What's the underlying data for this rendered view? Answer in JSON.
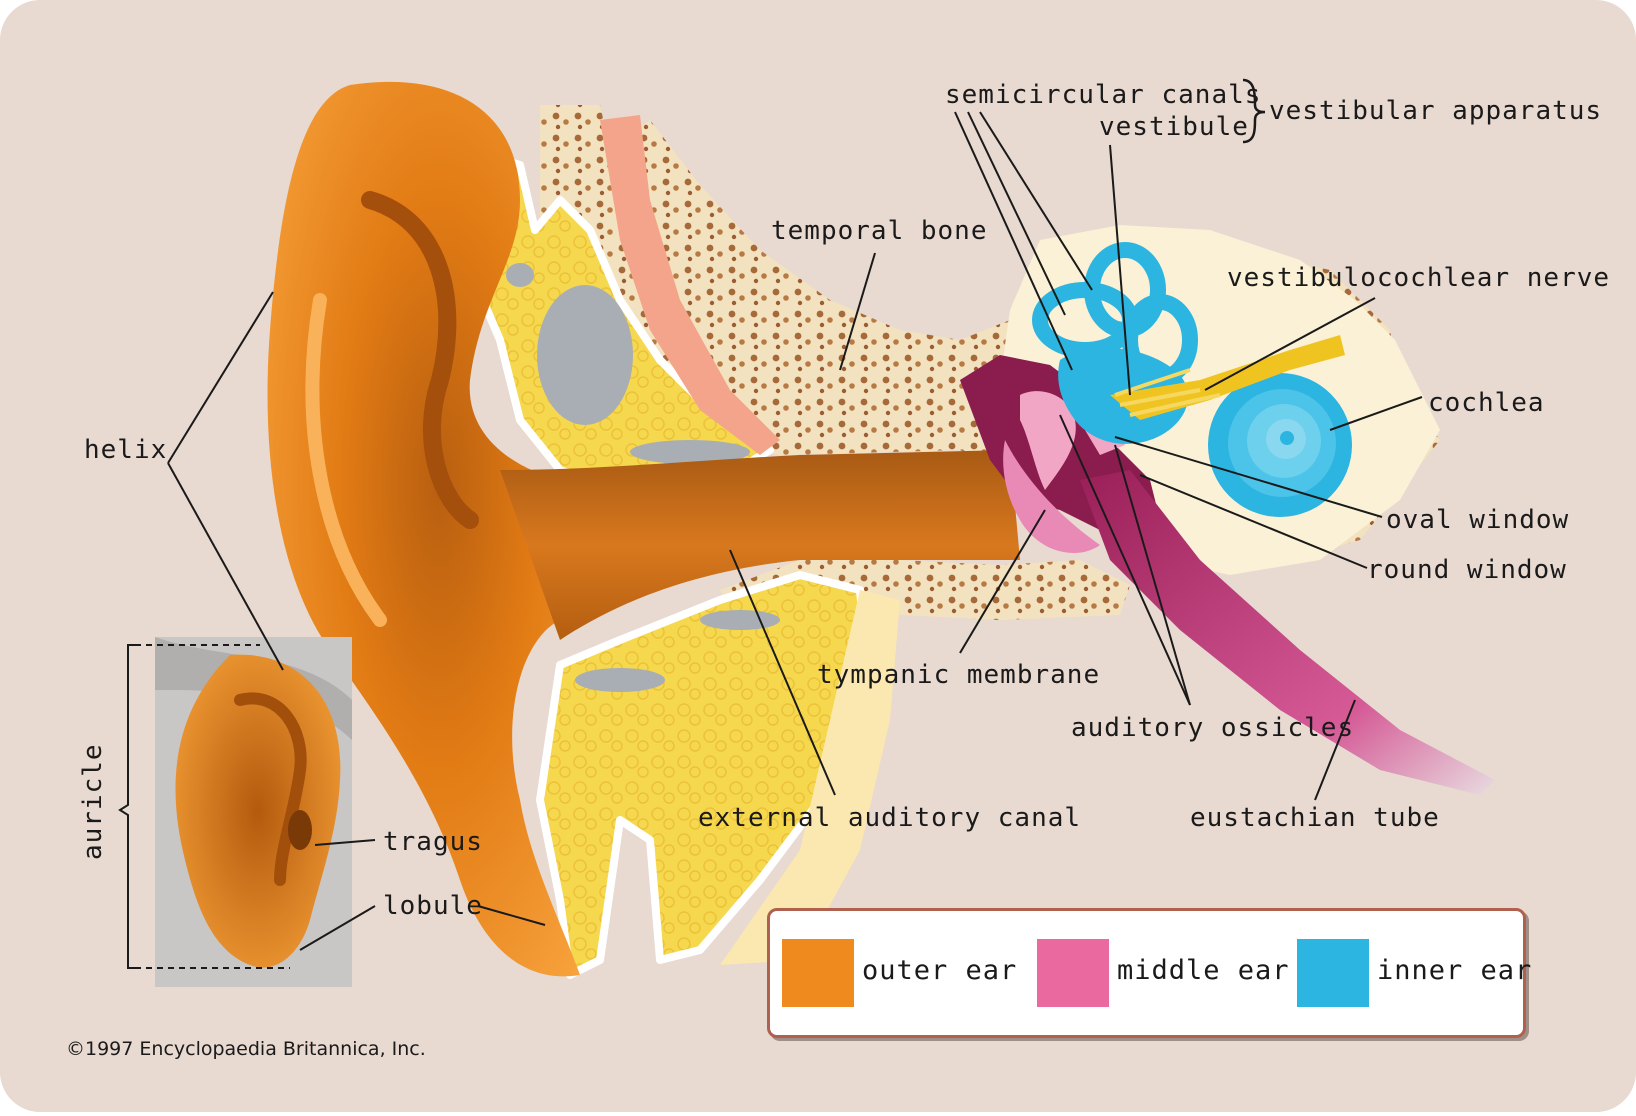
{
  "labels": {
    "helix": "helix",
    "auricle": "auricle",
    "tragus": "tragus",
    "lobule": "lobule",
    "temporal_bone": "temporal bone",
    "semicircular_canals": "semicircular canals",
    "vestibule": "vestibule",
    "vestibular_apparatus": "vestibular apparatus",
    "vestibulocochlear_nerve": "vestibulocochlear nerve",
    "cochlea": "cochlea",
    "oval_window": "oval window",
    "round_window": "round window",
    "tympanic_membrane": "tympanic membrane",
    "auditory_ossicles": "auditory ossicles",
    "external_auditory_canal": "external auditory canal",
    "eustachian_tube": "eustachian tube"
  },
  "legend": [
    {
      "label": "outer ear",
      "color": "#ef8a1e"
    },
    {
      "label": "middle ear",
      "color": "#ea6aa0"
    },
    {
      "label": "inner ear",
      "color": "#2bb5e0"
    }
  ],
  "copyright": "©1997 Encyclopaedia Britannica, Inc.",
  "colors": {
    "background": "#e8d9d1",
    "outer_ear": "#ef8a1e",
    "bone": "#fbf1d6",
    "tissue": "#f5d64a",
    "middle_ear": "#ea6aa0",
    "middle_dark": "#8a1c4e",
    "inner_ear": "#2bb5e0",
    "nerve": "#f0c420"
  }
}
